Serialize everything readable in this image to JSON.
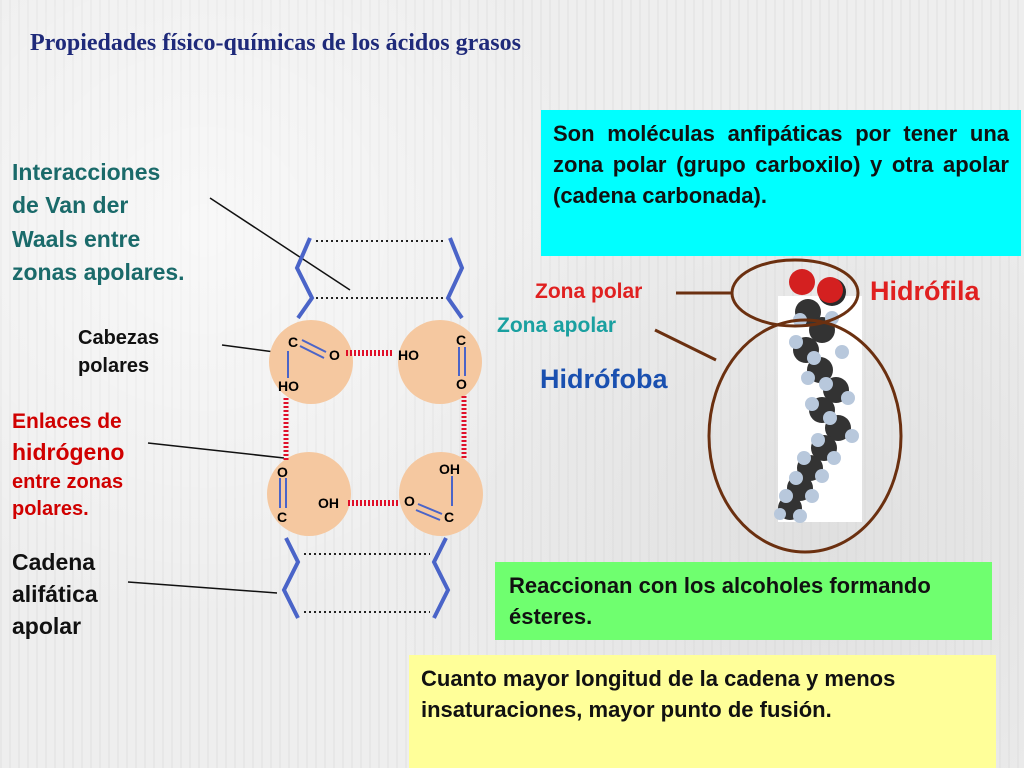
{
  "title": "Propiedades físico-químicas de los ácidos grasos",
  "info_boxes": {
    "amphipathic": "Son moléculas anfipáticas por tener una zona polar (grupo carboxilo) y otra apolar (cadena carbonada).",
    "esters": "Reaccionan con los alcoholes formando ésteres.",
    "melting": "Cuanto mayor longitud de la cadena y menos insaturaciones, mayor punto de fusión."
  },
  "left_labels": {
    "van_der_waals": [
      "Interacciones",
      "de Van der",
      "Waals entre",
      "zonas apolares."
    ],
    "polar_heads": [
      "Cabezas",
      "polares"
    ],
    "hydrogen_bonds": [
      "Enlaces de",
      "hidrógeno",
      "entre zonas",
      "polares."
    ],
    "chain": [
      "Cadena",
      "alifática",
      "apolar"
    ]
  },
  "atoms": {
    "c": "C",
    "o": "O",
    "ho": "HO",
    "oh": "OH"
  },
  "molecule_labels": {
    "polar_zone": "Zona polar",
    "apolar_zone": "Zona apolar",
    "hydrophilic": "Hidrófila",
    "hydrophobic": "Hidrófoba"
  },
  "colors": {
    "title": "#1f2a7a",
    "cyan_box": "#00ffff",
    "green_box": "#6fff6f",
    "yellow_box": "#ffff99",
    "chain_blue": "#4a64c8",
    "hydrogen_bond": "#e0102a",
    "head_circle": "#f5c8a0",
    "ellipse_brown": "#6b3010",
    "label_teal": "#1a6a6a",
    "label_red": "#d00000",
    "zona_polar": "#e02020",
    "zona_apolar": "#1aa0a0",
    "hidrofoba": "#1a50b0"
  }
}
